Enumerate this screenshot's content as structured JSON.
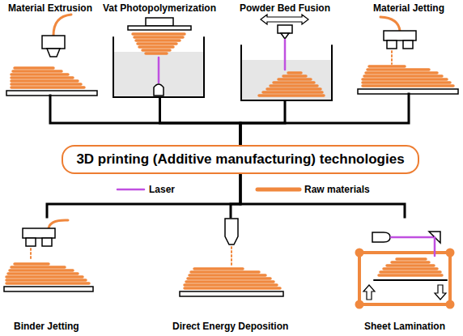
{
  "diagram": {
    "nodes": [
      {
        "text": [
          "Material Extrusion"
        ]
      },
      {
        "text": [
          "Vat Photopolymerization"
        ]
      },
      {
        "text": [
          "Powder Bed Fusion"
        ]
      },
      {
        "text": [
          "Material Jetting"
        ]
      },
      {
        "text": [
          "3D printing (Additive manufacturing) technologies"
        ]
      },
      {
        "text": [
          "Binder Jetting"
        ]
      },
      {
        "text": [
          "Direct Energy Deposition"
        ]
      },
      {
        "text": [
          "Sheet Lamination"
        ]
      }
    ],
    "edges": [
      {
        "from": 4,
        "to": 0,
        "arrow": "none"
      },
      {
        "from": 4,
        "to": 1,
        "arrow": "none"
      },
      {
        "from": 4,
        "to": 2,
        "arrow": "none"
      },
      {
        "from": 4,
        "to": 3,
        "arrow": "none"
      },
      {
        "from": 4,
        "to": 5,
        "arrow": "none"
      },
      {
        "from": 4,
        "to": 6,
        "arrow": "none"
      },
      {
        "from": 4,
        "to": 7,
        "arrow": "none"
      }
    ],
    "legend": [
      {
        "text": "Laser"
      },
      {
        "text": "Raw materials"
      }
    ]
  }
}
